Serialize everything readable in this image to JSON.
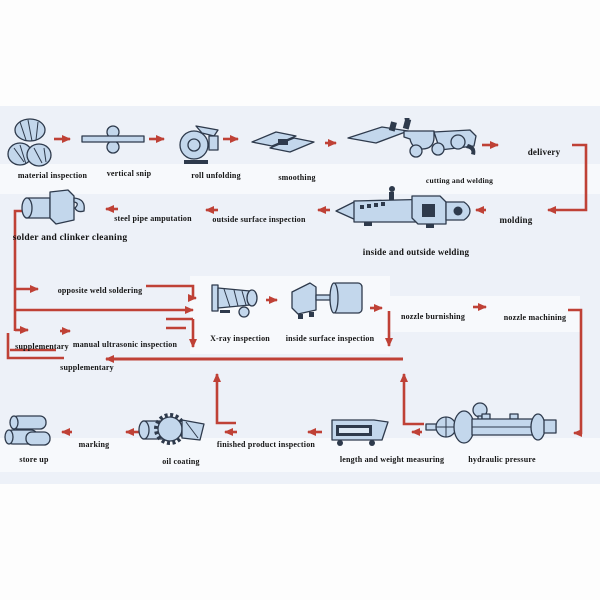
{
  "colors": {
    "arrow-color": "#bf4136",
    "machine-fill": "#c3d7ec",
    "machine-stroke": "#2e3a4c",
    "text-color": "#141414",
    "tint": "#edf1f8"
  },
  "labels": {
    "material_inspection": "material inspection",
    "vertical_snip": "vertical snip",
    "roll_unfolding": "roll unfolding",
    "smoothing": "smoothing",
    "cutting_and_welding": "cutting and welding",
    "delivery": "delivery",
    "molding": "molding",
    "inside_and_outside_welding": "inside and outside welding",
    "outside_surface_inspection": "outside surface inspection",
    "steel_pipe_amputation": "steel pipe amputation",
    "solder_and_clinker_cleaning": "solder and clinker cleaning",
    "opposite_weld_soldering": "opposite weld soldering",
    "supplementary_1": "supplementary",
    "manual_ultrasonic_inspection": "manual ultrasonic inspection",
    "supplementary_2": "supplementary",
    "xray_inspection": "X-ray inspection",
    "inside_surface_inspection": "inside surface inspection",
    "nozzle_burnishing": "nozzle burnishing",
    "nozzle_machining": "nozzle machining",
    "store_up": "store up",
    "marking": "marking",
    "oil_coating": "oil coating",
    "finished_product_inspection": "finished product inspection",
    "length_and_weight_measuring": "length and weight measuring",
    "hydraulic_pressure": "hydraulic pressure"
  }
}
